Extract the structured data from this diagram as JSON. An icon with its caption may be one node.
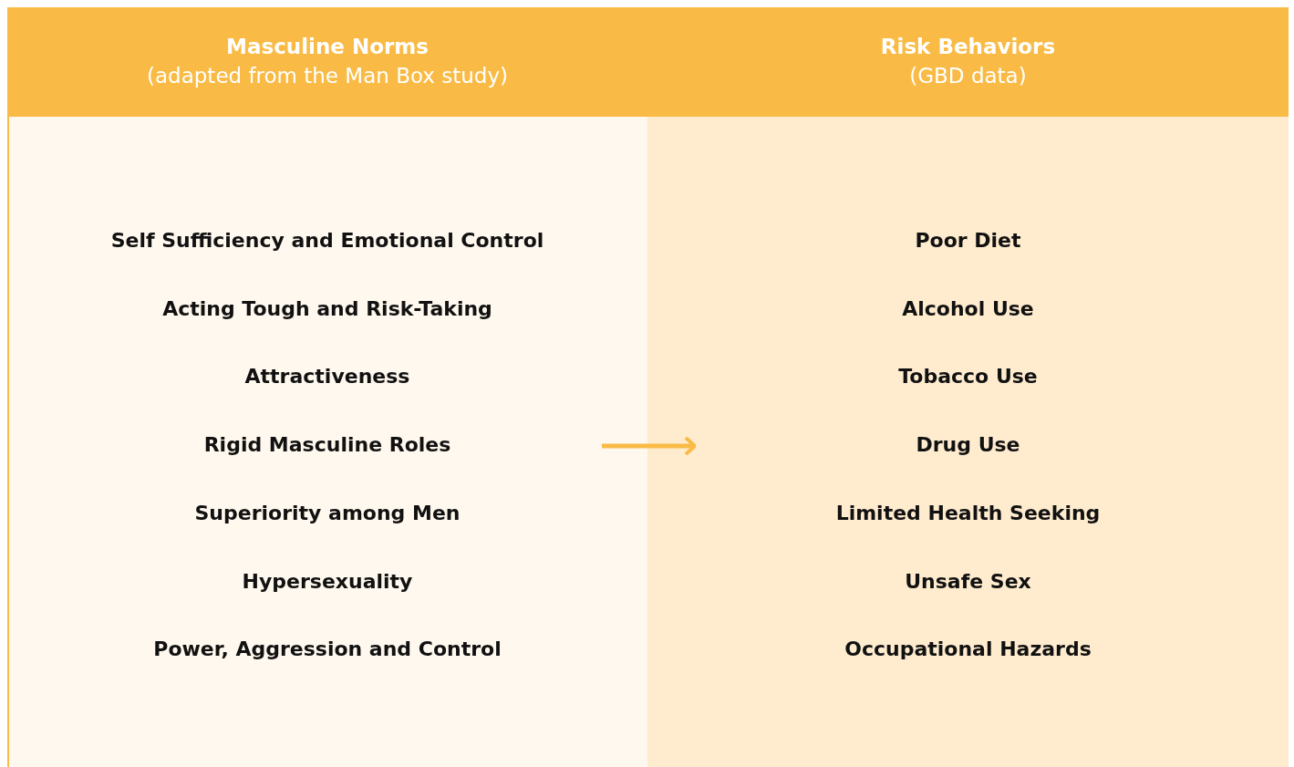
{
  "diagram": {
    "nodes": [
      {
        "text": [
          "Masculine Norms",
          "(adapted from the Man Box study)",
          "Self Sufficiency and Emotional Control",
          "Acting Tough and Risk-Taking",
          "Attractiveness",
          "Rigid Masculine Roles",
          "Superiority among Men",
          "Hypersexuality",
          "Power, Aggression and Control"
        ]
      },
      {
        "text": [
          "Risk Behaviors",
          "(GBD data)",
          "Poor Diet",
          "Alcohol Use",
          "Tobacco Use",
          "Drug Use",
          "Limited Health Seeking",
          "Unsafe Sex",
          "Occupational Hazards"
        ]
      }
    ],
    "edges": [
      {
        "from": 0,
        "to": 1,
        "arrow": "to"
      }
    ]
  }
}
